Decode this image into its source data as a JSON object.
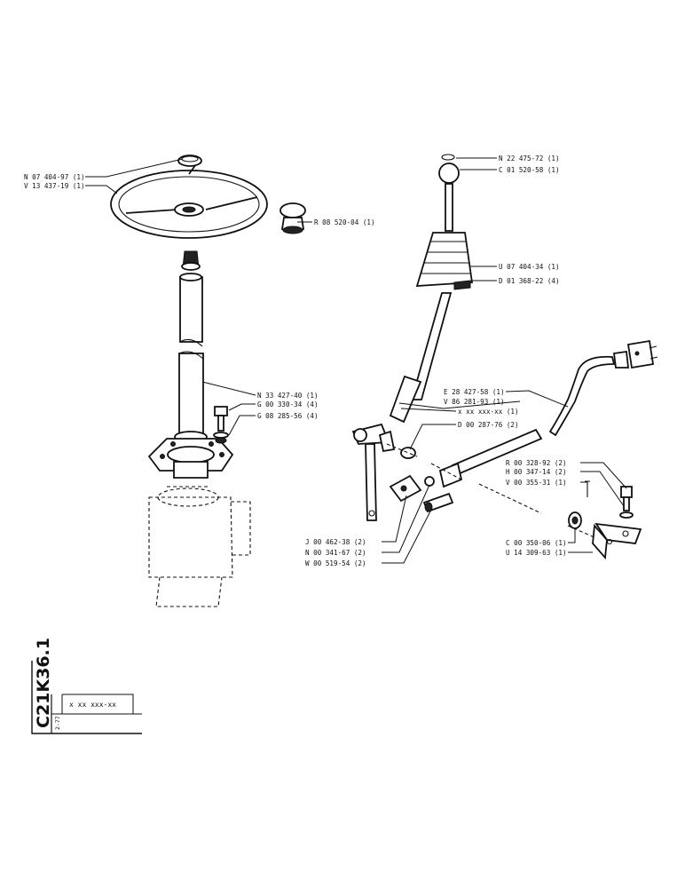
{
  "labels": {
    "n07404": "N 07 404-97 (1)",
    "v13437": "V 13 437-19 (1)",
    "r08520": "R 08 520-04 (1)",
    "n22475": "N 22 475-72 (1)",
    "c01520": "C 01 520-58 (1)",
    "u07404": "U 07 404-34 (1)",
    "d01368": "D 01 368-22 (4)",
    "n33427": "N 33 427-40 (1)",
    "g00330": "G 00 330-34 (4)",
    "g08285": "G 08 285-56 (4)",
    "e28427": "E 28 427-58 (1)",
    "v86281": "V 86 281-93 (1)",
    "xxx": "x xx xxx-xx (1)",
    "d00287": "D 00 287-76 (2)",
    "r00328": "R 00 328-92 (2)",
    "h00347": "H 00 347-14 (2)",
    "v00355": "V 00 355-31 (1)",
    "c00350": "C 00 350-06 (1)",
    "u14309": "U 14 309-63 (1)",
    "j00462": "J 00 462-38 (2)",
    "n00341": "N 00 341-67 (2)",
    "w00519": "W 00 519-54 (2)"
  },
  "title_block": {
    "code": "C21K36.1",
    "ref": "x xx xxx-xx",
    "date": "2-77"
  }
}
